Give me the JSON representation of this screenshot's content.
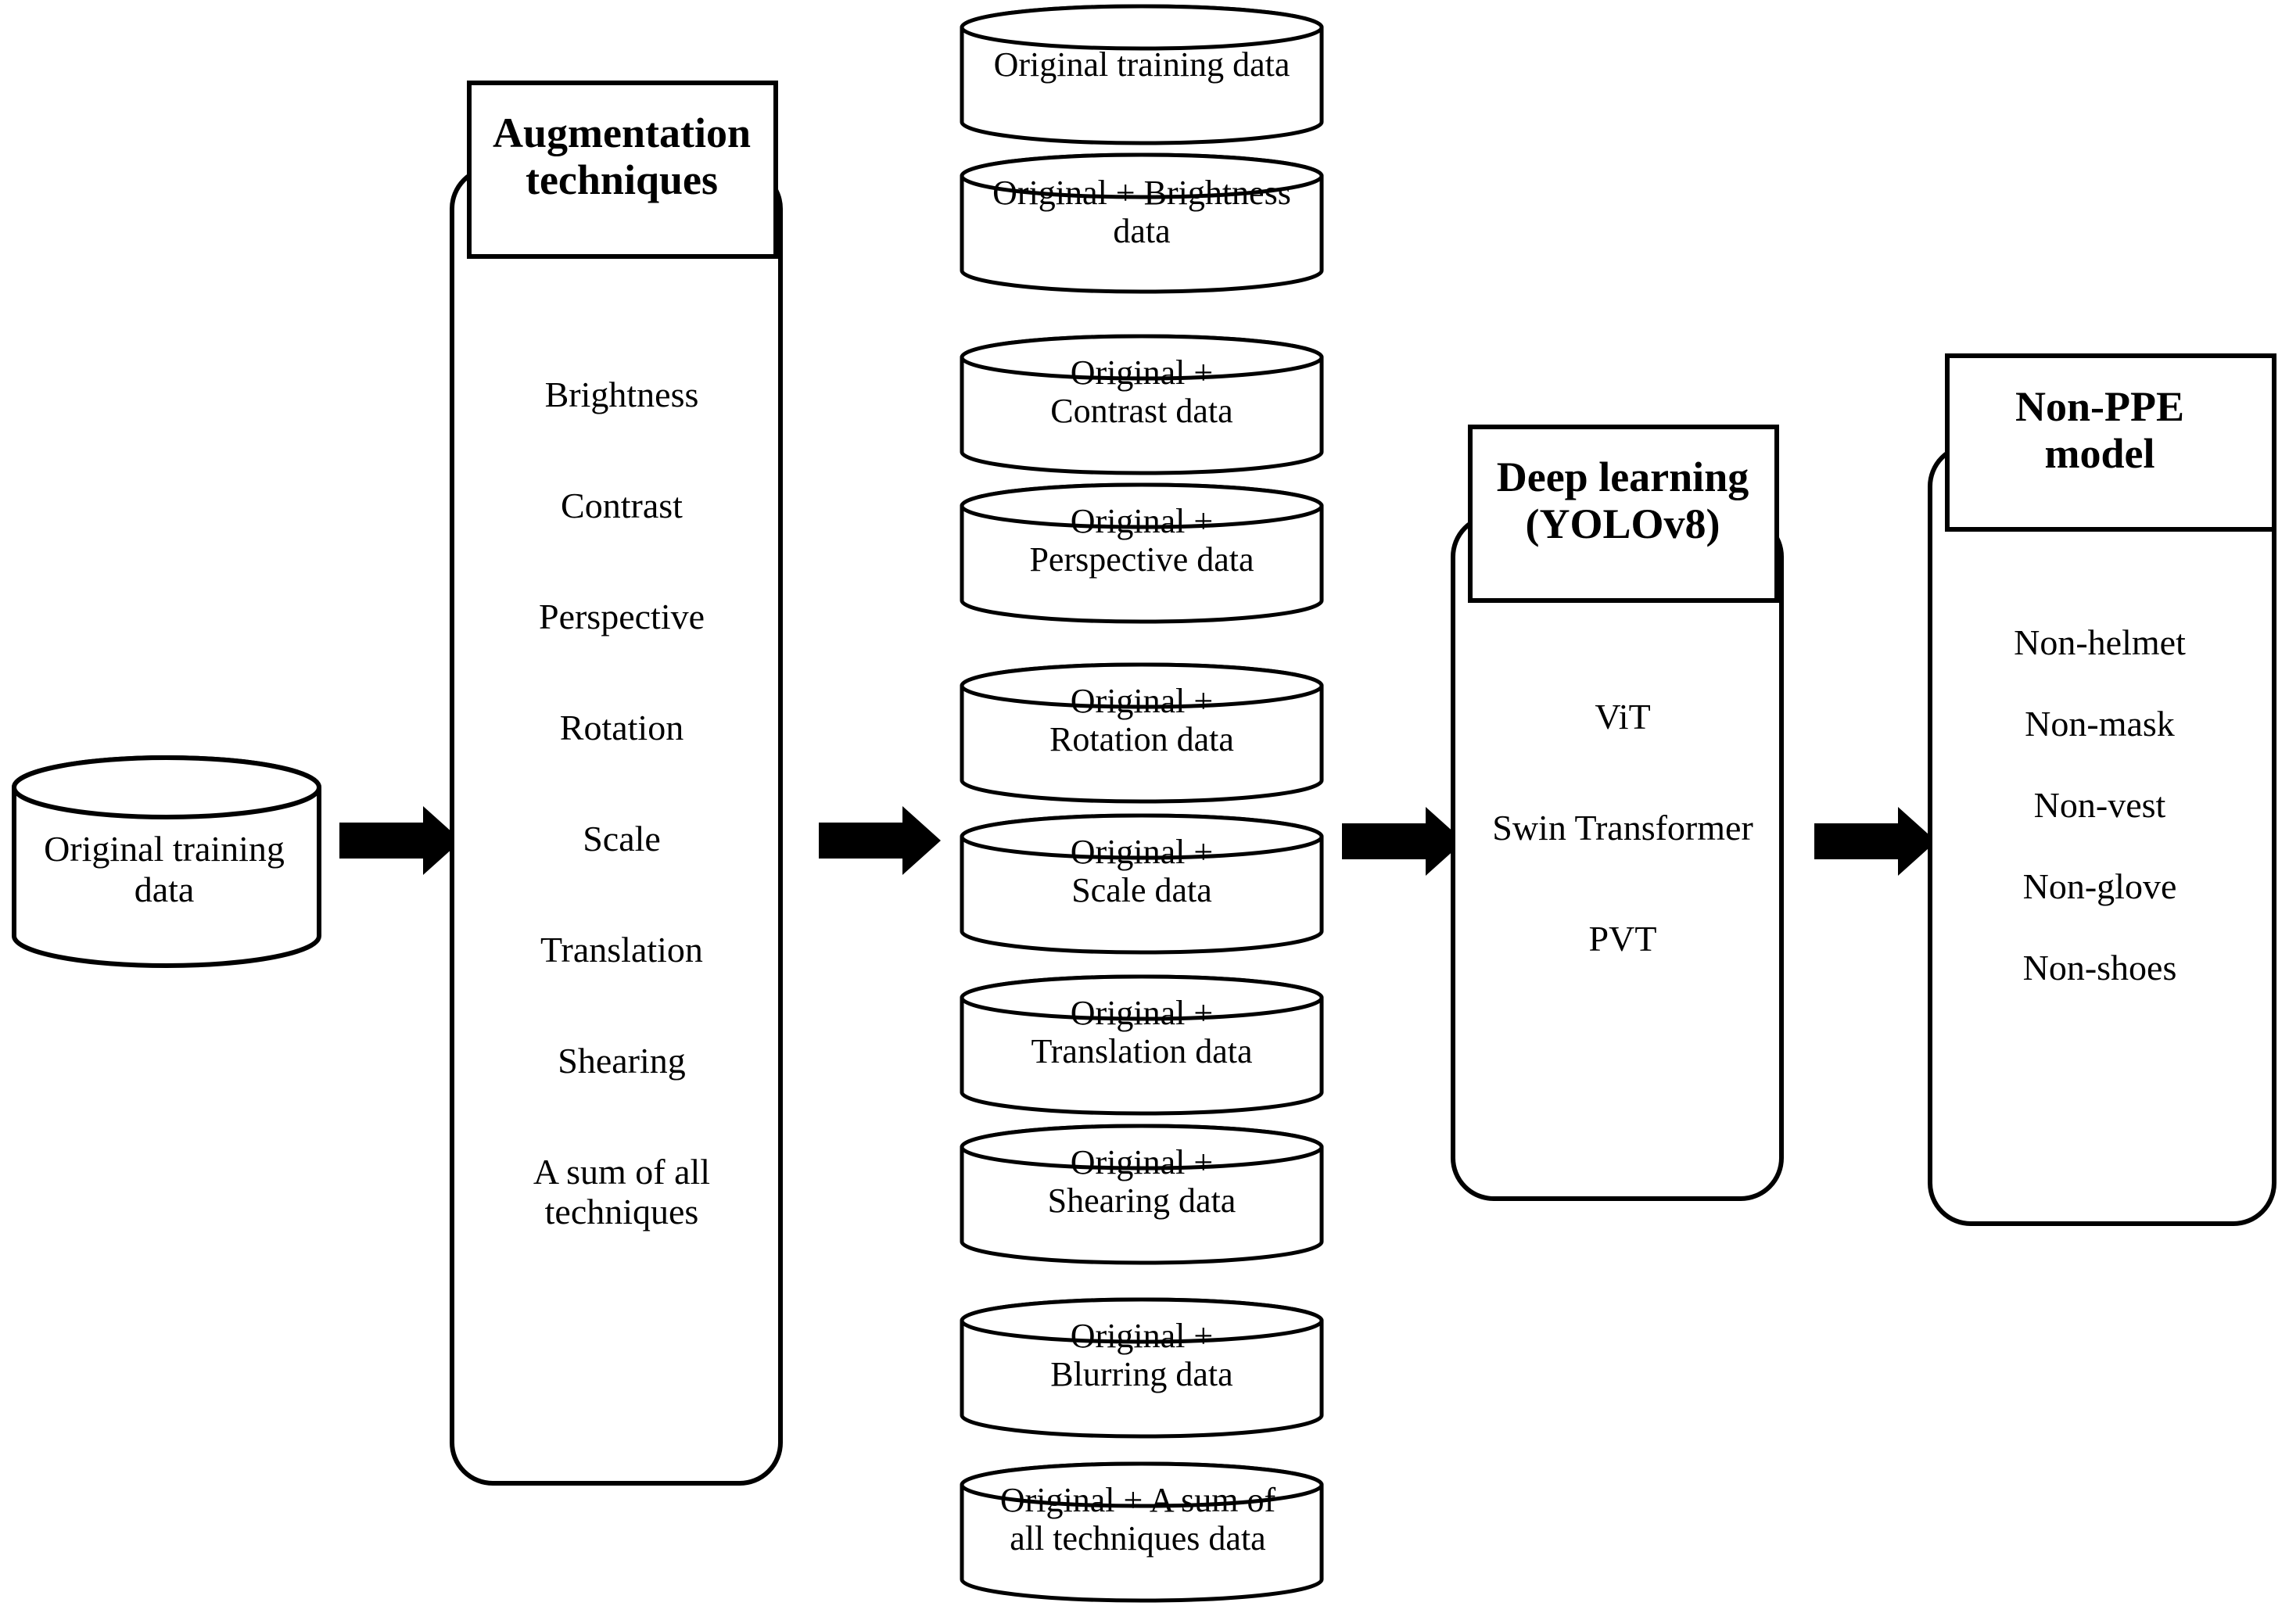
{
  "diagram": {
    "source": {
      "label": "Original training\ndata"
    },
    "augmentation_panel": {
      "header": "Augmentation\ntechniques",
      "items": [
        "Brightness",
        "Contrast",
        "Perspective",
        "Rotation",
        "Scale",
        "Translation",
        "Shearing",
        "A sum of all\ntechniques"
      ]
    },
    "dataset_cylinders": [
      "Original training data",
      "Original + Brightness\ndata",
      "Original +\nContrast data",
      "Original +\nPerspective data",
      "Original +\nRotation data",
      "Original +\nScale data",
      "Original +\nTranslation data",
      "Original +\nShearing data",
      "Original +\nBlurring data",
      "Original + A sum of\nall techniques data"
    ],
    "deep_learning_panel": {
      "header": "Deep learning\n(YOLOv8)",
      "items": [
        "ViT",
        "Swin Transformer",
        "PVT"
      ]
    },
    "non_ppe_panel": {
      "header": "Non-PPE\nmodel",
      "items": [
        "Non-helmet",
        "Non-mask",
        "Non-vest",
        "Non-glove",
        "Non-shoes"
      ]
    },
    "arrows": [
      "arrow-source-to-augmentation",
      "arrow-augmentation-to-datasets",
      "arrow-datasets-to-deeplearning",
      "arrow-deeplearning-to-nonppe"
    ],
    "colors": {
      "stroke": "#000000",
      "fill": "#ffffff",
      "arrow": "#000000"
    }
  }
}
